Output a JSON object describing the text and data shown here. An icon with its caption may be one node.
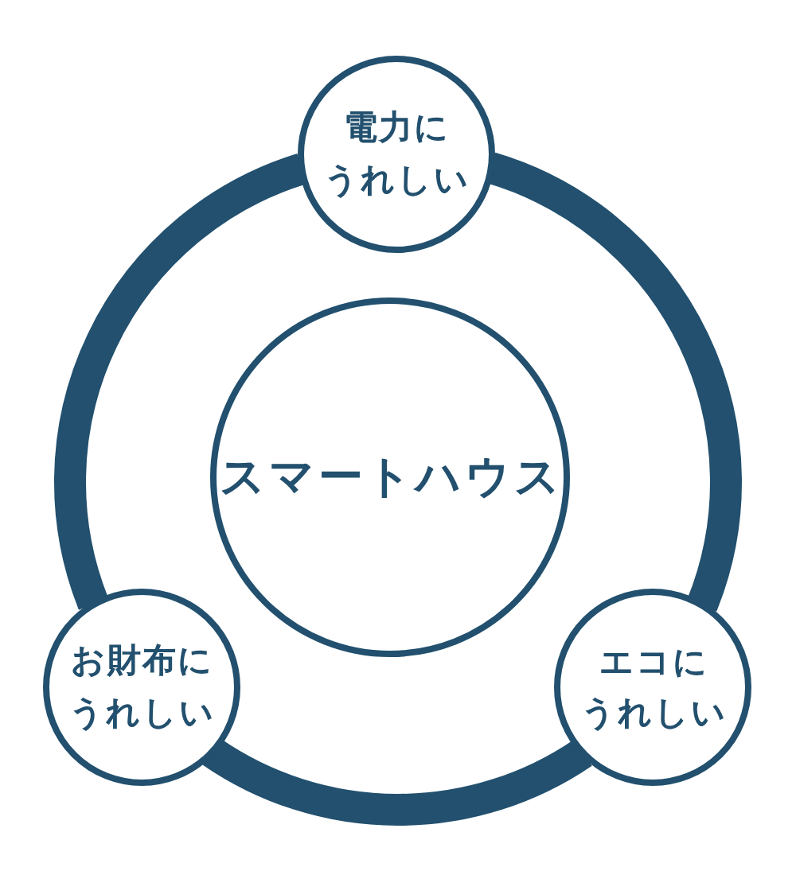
{
  "diagram": {
    "nodes": [
      {
        "text": [
          "電力にうれしい"
        ]
      },
      {
        "text": [
          "スマートハウス"
        ]
      },
      {
        "text": [
          "お財布にうれしい"
        ]
      },
      {
        "text": [
          "エコにうれしい"
        ]
      }
    ],
    "edges": [
      {
        "from": 0,
        "to": 3,
        "arrow": "none"
      },
      {
        "from": 3,
        "to": 2,
        "arrow": "none"
      },
      {
        "from": 2,
        "to": 0,
        "arrow": "none"
      }
    ]
  }
}
